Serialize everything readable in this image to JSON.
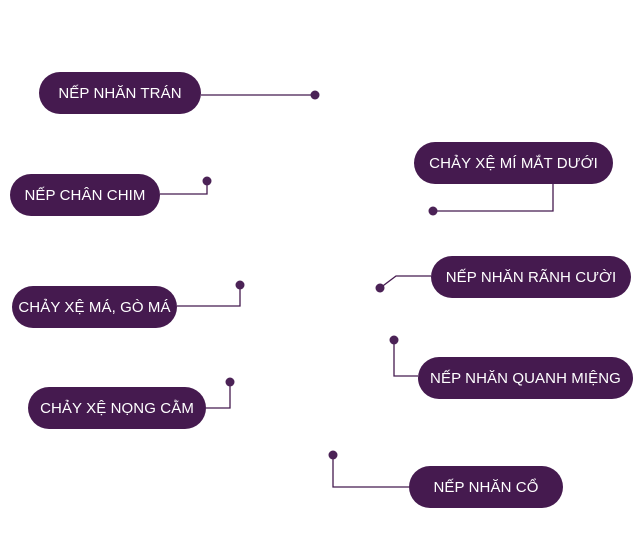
{
  "colors": {
    "pill": "#451a4f",
    "line": "#451a4f",
    "dot": "#4b2256",
    "text": "#ffffff"
  },
  "labels": [
    {
      "id": "forehead-wrinkles",
      "text": "NẾP NHĂN TRÁN"
    },
    {
      "id": "crows-feet",
      "text": "NẾP CHÂN CHIM"
    },
    {
      "id": "sagging-cheeks",
      "text": "CHẢY XỆ MÁ, GÒ MÁ"
    },
    {
      "id": "double-chin",
      "text": "CHẢY XỆ NỌNG CẰM"
    },
    {
      "id": "under-eye-sagging",
      "text": "CHẢY XỆ MÍ MẮT DƯỚI"
    },
    {
      "id": "smile-lines",
      "text": "NẾP NHĂN RÃNH CƯỜI"
    },
    {
      "id": "mouth-wrinkles",
      "text": "NẾP NHĂN QUANH MIỆNG"
    },
    {
      "id": "neck-wrinkles",
      "text": "NẾP NHĂN CỔ"
    }
  ]
}
